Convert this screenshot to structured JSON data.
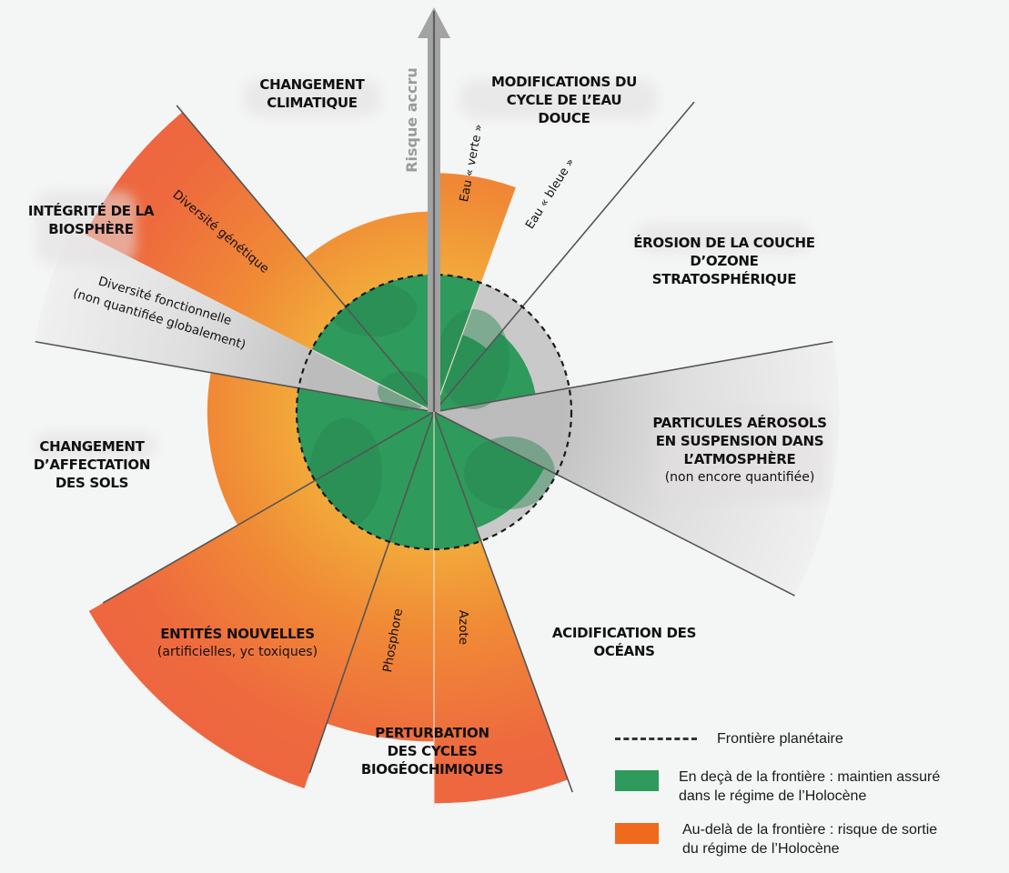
{
  "chart_data": {
    "type": "radial-boundaries",
    "title": "Limites planétaires",
    "boundary_level": 1.0,
    "arrow_label": "Risque accru",
    "categories": [
      {
        "id": "climate",
        "label": [
          "CHANGEMENT",
          "CLIMATIQUE"
        ],
        "status": "beyond",
        "level": 1.46
      },
      {
        "id": "freshwater-green",
        "label": [
          "Eau « verte »"
        ],
        "status": "beyond",
        "level": 1.74,
        "group": "freshwater"
      },
      {
        "id": "freshwater-blue",
        "label": [
          "Eau « bleue »"
        ],
        "status": "within",
        "level": 0.6,
        "group": "freshwater"
      },
      {
        "id": "ozone",
        "label": [
          "ÉROSION  DE LA COUCHE",
          "D’OZONE",
          "STRATOSPHÉRIQUE"
        ],
        "status": "within",
        "level": 0.75
      },
      {
        "id": "aerosols",
        "label": [
          "PARTICULES AÉROSOLS",
          "EN SUSPENSION DANS",
          "L’ATMOSPHÈRE"
        ],
        "note": "(non encore quantifiée)",
        "status": "unquantified",
        "level": null
      },
      {
        "id": "ocean",
        "label": [
          "ACIDIFICATION DES",
          "OCÉANS"
        ],
        "status": "within",
        "level": 0.9
      },
      {
        "id": "nitrogen",
        "label": [
          "Azote"
        ],
        "status": "beyond",
        "level": 2.85,
        "group": "biogeochemical"
      },
      {
        "id": "phosphorus",
        "label": [
          "Phosphore"
        ],
        "status": "beyond",
        "level": 2.4,
        "group": "biogeochemical"
      },
      {
        "id": "novel-entities",
        "label": [
          "ENTITÉS NOUVELLES"
        ],
        "note": "(artificielles, yc toxiques)",
        "status": "beyond",
        "level": 2.9
      },
      {
        "id": "land-use",
        "label": [
          "CHANGEMENT",
          "D’AFFECTATION",
          "DES SOLS"
        ],
        "status": "beyond",
        "level": 1.65
      },
      {
        "id": "biosphere-functional",
        "label": [
          "Diversité fonctionnelle",
          "(non quantifiée globalement)"
        ],
        "status": "unquantified",
        "level": null,
        "group": "biosphere"
      },
      {
        "id": "biosphere-genetic",
        "label": [
          "Diversité génétique"
        ],
        "status": "beyond",
        "level": 2.85,
        "group": "biosphere"
      }
    ],
    "group_titles": {
      "freshwater": [
        "MODIFICATIONS DU",
        "CYCLE DE L’EAU",
        "DOUCE"
      ],
      "biogeochemical": [
        "PERTURBATION",
        "DES CYCLES",
        "BIOGÉOCHIMIQUES"
      ],
      "biosphere": [
        "INTÉGRITÉ DE LA",
        "BIOSPHÈRE"
      ]
    },
    "legend": [
      {
        "key": "boundary",
        "label": "Frontière planétaire",
        "style": "dashed"
      },
      {
        "key": "within",
        "label": [
          "En deçà de la frontière : maintien assuré",
          "dans le régime de l’Holocène"
        ],
        "color": "#2e9a5c"
      },
      {
        "key": "beyond",
        "label": [
          "Au-delà de la frontière : risque de sortie",
          "du régime de l’Holocène"
        ],
        "color": "#f06a1e"
      }
    ]
  },
  "colors": {
    "background": "#f4f5f5",
    "green": "#2e9a5c",
    "green_dark": "#268550",
    "orange_inner": "#f2a43a",
    "orange_outer": "#ee6a3e",
    "gray_unquantified": "#d8d8d8",
    "arrow": "#9d9d9d",
    "divider": "#555555"
  }
}
